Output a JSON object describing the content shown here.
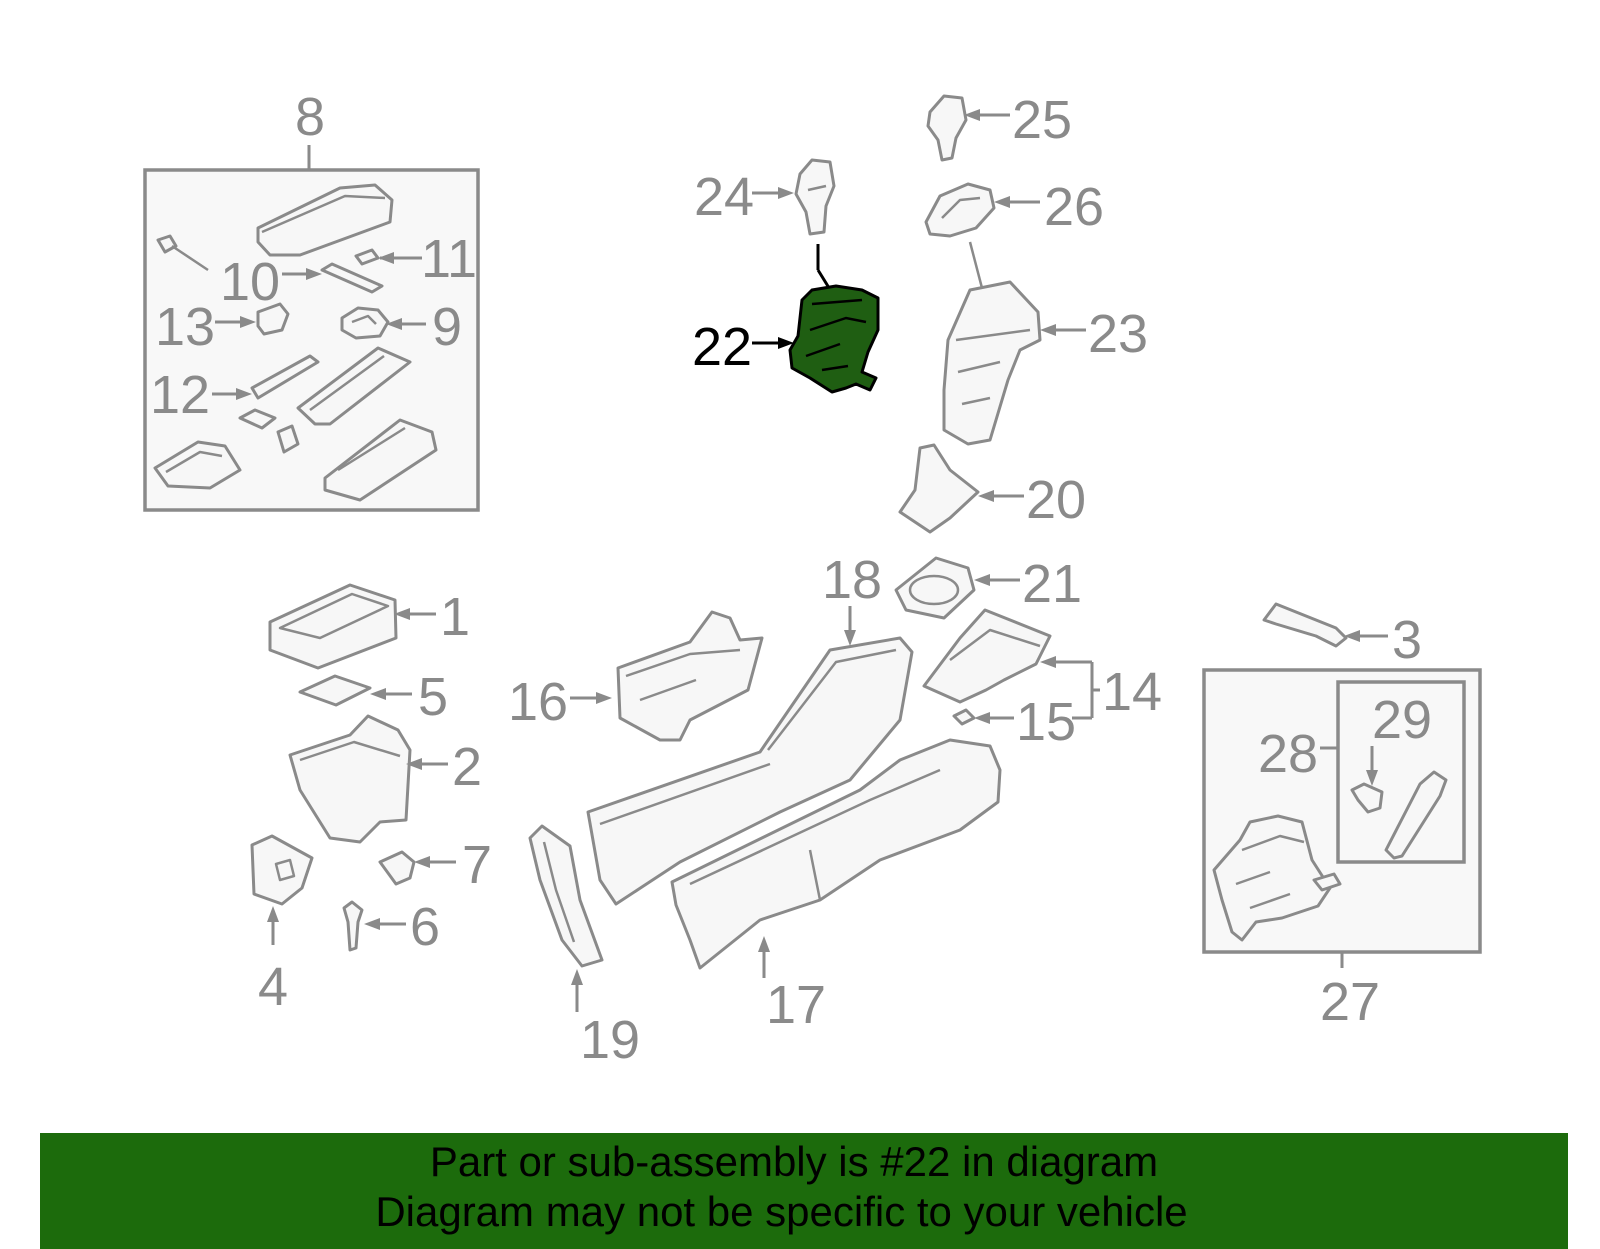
{
  "labels": {
    "p1": "1",
    "p2": "2",
    "p3": "3",
    "p4": "4",
    "p5": "5",
    "p6": "6",
    "p7": "7",
    "p8": "8",
    "p9": "9",
    "p10": "10",
    "p11": "11",
    "p12": "12",
    "p13": "13",
    "p14": "14",
    "p15": "15",
    "p16": "16",
    "p17": "17",
    "p18": "18",
    "p19": "19",
    "p20": "20",
    "p21": "21",
    "p22": "22",
    "p23": "23",
    "p24": "24",
    "p25": "25",
    "p26": "26",
    "p27": "27",
    "p28": "28",
    "p29": "29"
  },
  "highlight": {
    "part": "22",
    "color": "#1f5e12"
  },
  "banner": {
    "line1": "Part or sub-assembly is #22 in diagram",
    "line2": "Diagram may not be specific to your vehicle",
    "background": "#1c6b0c"
  }
}
